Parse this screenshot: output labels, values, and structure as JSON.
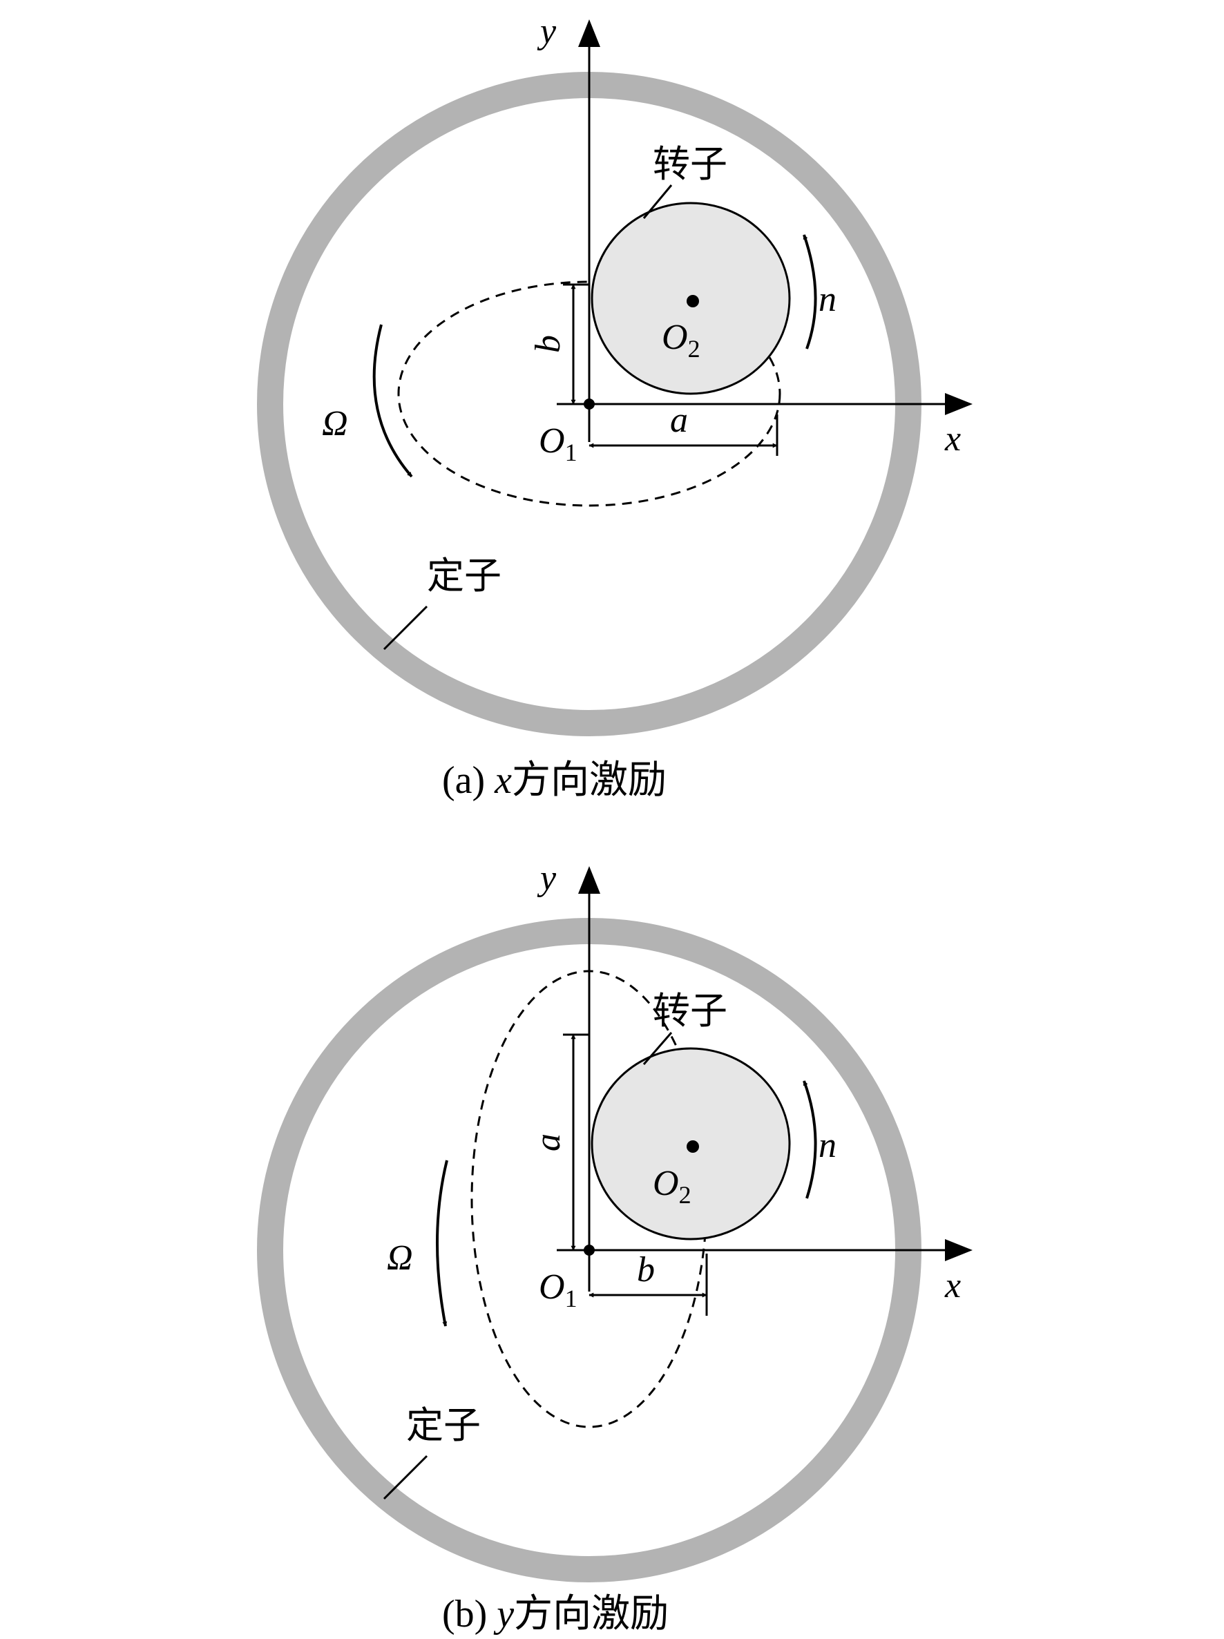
{
  "panel_a": {
    "caption_prefix": "(a) ",
    "caption_var": "x",
    "caption_text": "方向激励",
    "rotor_label": "转子",
    "stator_label": "定子",
    "axis_x": "x",
    "axis_y": "y",
    "origin_label": "O",
    "origin_sub": "1",
    "center_label": "O",
    "center_sub": "2",
    "dim_horizontal": "a",
    "dim_vertical": "b",
    "omega_label": "Ω",
    "n_label": "n"
  },
  "panel_b": {
    "caption_prefix": "(b) ",
    "caption_var": "y",
    "caption_text": "方向激励",
    "rotor_label": "转子",
    "stator_label": "定子",
    "axis_x": "x",
    "axis_y": "y",
    "origin_label": "O",
    "origin_sub": "1",
    "center_label": "O",
    "center_sub": "2",
    "dim_horizontal": "b",
    "dim_vertical": "a",
    "omega_label": "Ω",
    "n_label": "n"
  },
  "colors": {
    "stator": "#b3b3b3",
    "rotor_fill": "#e6e6e6",
    "line": "#000000"
  }
}
